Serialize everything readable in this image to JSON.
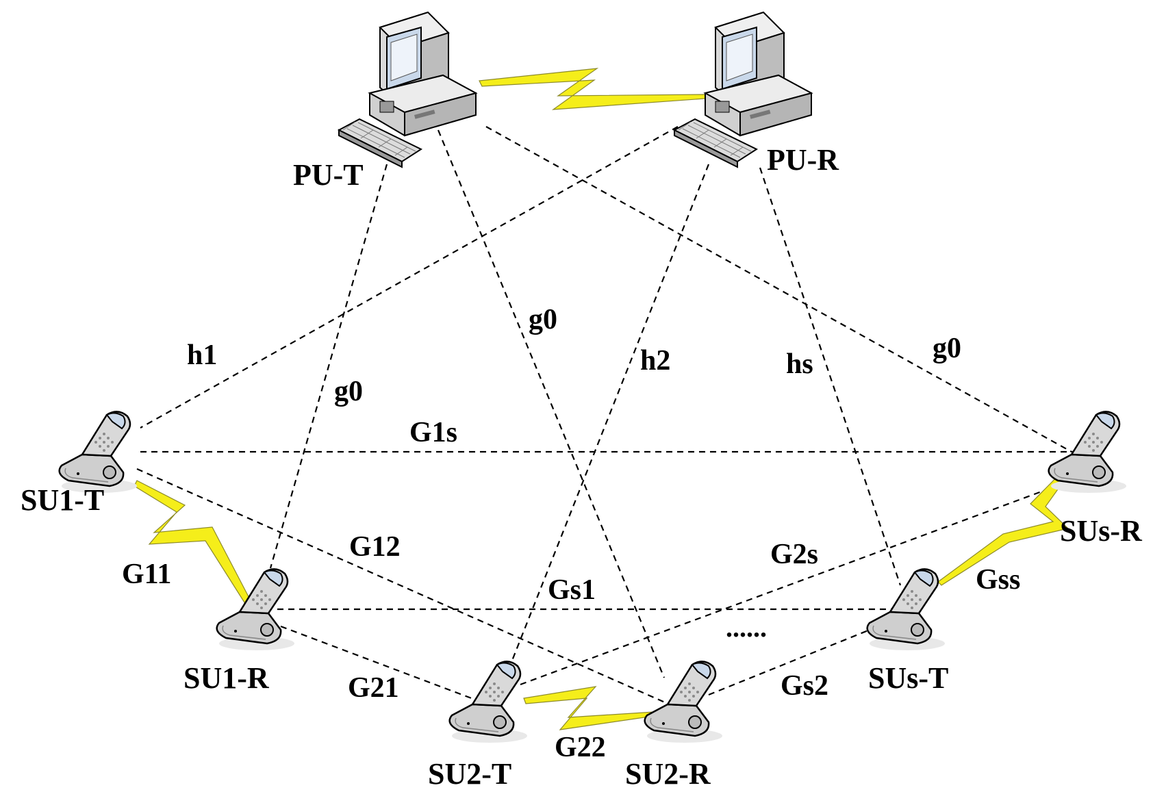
{
  "nodes": {
    "pu_t": "PU-T",
    "pu_r": "PU-R",
    "su1_t": "SU1-T",
    "su1_r": "SU1-R",
    "su2_t": "SU2-T",
    "su2_r": "SU2-R",
    "sus_t": "SUs-T",
    "sus_r": "SUs-R"
  },
  "links": {
    "h1": "h1",
    "g0_a": "g0",
    "g0_b": "g0",
    "h2": "h2",
    "hs": "hs",
    "g0_c": "g0",
    "g1s": "G1s",
    "g12": "G12",
    "g11": "G11",
    "g2s": "G2s",
    "gs1": "Gs1",
    "gss": "Gss",
    "g21": "G21",
    "gs2": "Gs2",
    "g22": "G22"
  },
  "ellipsis": "......",
  "colors": {
    "bolt": "#f5ee1a",
    "device_body": "#d4d4d4",
    "screen": "#c9d8ea"
  }
}
